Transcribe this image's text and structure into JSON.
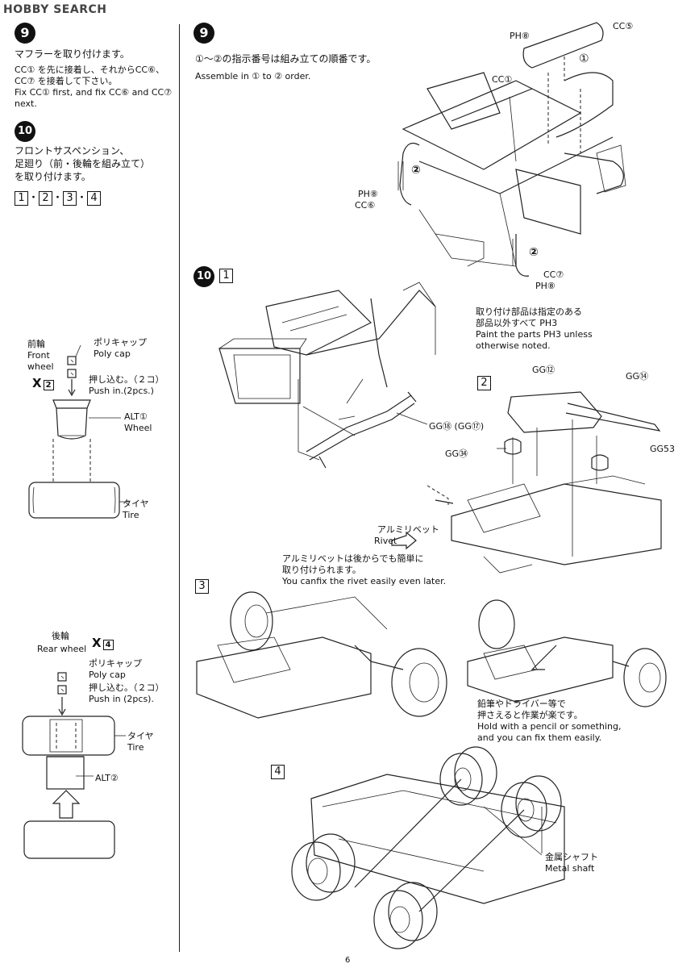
{
  "watermark": "HOBBY SEARCH",
  "left": {
    "step9": {
      "number": "9",
      "jp": "マフラーを取り付けます。",
      "jp2a": "CC① を先に接着し、それからCC⑥、",
      "jp2b": "CC⑦ を接着して下さい。",
      "en1": "Fix CC① first, and fix CC⑥ and CC⑦",
      "en2": "next."
    },
    "step10": {
      "number": "10",
      "jp1": "フロントサスペンション、",
      "jp2": "足廻り（前・後輪を組み立て）",
      "jp3": "を取り付けます。",
      "seq": [
        "1",
        "2",
        "3",
        "4"
      ],
      "sep": "・"
    },
    "front": {
      "jp": "前輪",
      "en1": "Front",
      "en2": "wheel",
      "qty": "X",
      "qty_num": "2",
      "polycap_jp": "ポリキャップ",
      "polycap_en": "Poly cap",
      "push_jp": "押し込む。（２コ）",
      "push_en": "Push in.(2pcs.)",
      "wheel_part": "ALT①",
      "wheel_en": "Wheel",
      "tire_jp": "タイヤ",
      "tire_en": "Tire"
    },
    "rear": {
      "jp": "後輪",
      "en": "Rear wheel",
      "qty": "X",
      "qty_num": "4",
      "polycap_jp": "ポリキャップ",
      "polycap_en": "Poly cap",
      "push_jp": "押し込む。（２コ）",
      "push_en": "Push in (2pcs).",
      "tire_jp": "タイヤ",
      "tire_en": "Tire",
      "wheel_part": "ALT②"
    }
  },
  "right": {
    "step9": {
      "number": "9",
      "jp": "①～②の指示番号は組み立ての順番です。",
      "en": "Assemble in ① to ② order.",
      "labels": {
        "cc5": "CC⑤",
        "ph8_top": "PH⑧",
        "one": "①",
        "cc1": "CC①",
        "two_left": "②",
        "ph8_left": "PH⑧",
        "cc6": "CC⑥",
        "two_right": "②",
        "cc7": "CC⑦",
        "ph8_right": "PH⑧"
      }
    },
    "step10": {
      "number": "10",
      "sub1": "1",
      "paint_jp1": "取り付け部品は指定のある",
      "paint_jp2": "部品以外すべて PH3",
      "paint_en1": "Paint the parts PH3 unless",
      "paint_en2": "otherwise noted.",
      "gg18": "GG⑱ (GG⑰)",
      "sub2": "2",
      "gg12": "GG⑫",
      "gg14": "GG⑭",
      "gg34": "GG㉞",
      "gg53": "GG53",
      "rivet_jp": "アルミリベット",
      "rivet_en": "Rivet",
      "rivet_note_jp1": "アルミリベットは後からでも簡単に",
      "rivet_note_jp2": "取り付けられます。",
      "rivet_note_en": "You canfix the rivet easily even later.",
      "sub3": "3",
      "pencil_jp1": "鉛筆やドライバー等で",
      "pencil_jp2": "押さえると作業が楽です。",
      "pencil_en1": "Hold with a pencil or something,",
      "pencil_en2": "and you can fix them easily.",
      "sub4": "4",
      "shaft_jp": "金属シャフト",
      "shaft_en": "Metal shaft"
    }
  },
  "page_number": "6"
}
